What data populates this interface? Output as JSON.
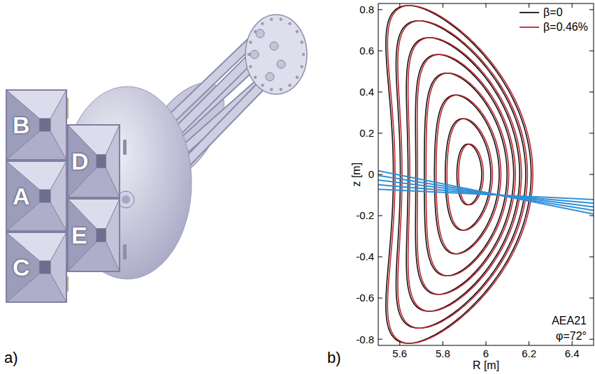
{
  "diagram": {
    "nodes": [
      {
        "text": [
          "B"
        ]
      },
      {
        "text": [
          "D"
        ]
      },
      {
        "text": [
          "A"
        ]
      },
      {
        "text": [
          "E"
        ]
      },
      {
        "text": [
          "C"
        ]
      }
    ],
    "labels": [
      "a)",
      "b)",
      "0.8",
      "0.6",
      "0.4",
      "0.2",
      "0",
      "-0.2",
      "-0.4",
      "-0.6",
      "-0.8",
      "5.6",
      "5.8",
      "6",
      "6.2",
      "6.4",
      "R [m]",
      "z [m]",
      "AEA21",
      "φ=72°"
    ],
    "legend": [
      {
        "text": "β=0"
      },
      {
        "text": "β=0.46%"
      }
    ]
  }
}
